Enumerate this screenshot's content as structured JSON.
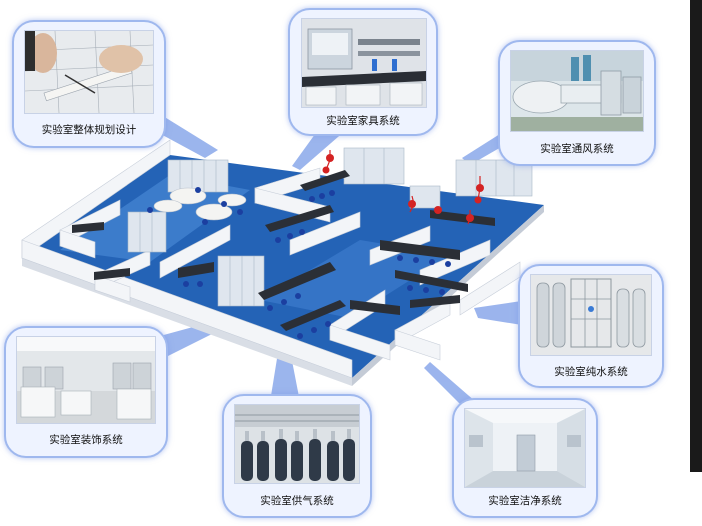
{
  "modules": {
    "planning": {
      "label": "实验室整体规划设计",
      "icon": "blueprint-drawing-photo"
    },
    "furniture": {
      "label": "实验室家具系统",
      "icon": "lab-bench-photo"
    },
    "ventilation": {
      "label": "实验室通风系统",
      "icon": "ventilation-ducts-photo"
    },
    "pure_water": {
      "label": "实验室纯水系统",
      "icon": "water-purification-photo"
    },
    "clean": {
      "label": "实验室洁净系统",
      "icon": "clean-room-photo"
    },
    "gas_supply": {
      "label": "实验室供气系统",
      "icon": "gas-cylinders-photo"
    },
    "decoration": {
      "label": "实验室装饰系统",
      "icon": "office-cubicles-photo"
    }
  },
  "colors": {
    "card_border": "#9fb8ee",
    "card_fill": "#eef3ff",
    "connector": "#7e9fe6",
    "floor": "#1f5fb3",
    "wall": "#f4f6f9"
  }
}
